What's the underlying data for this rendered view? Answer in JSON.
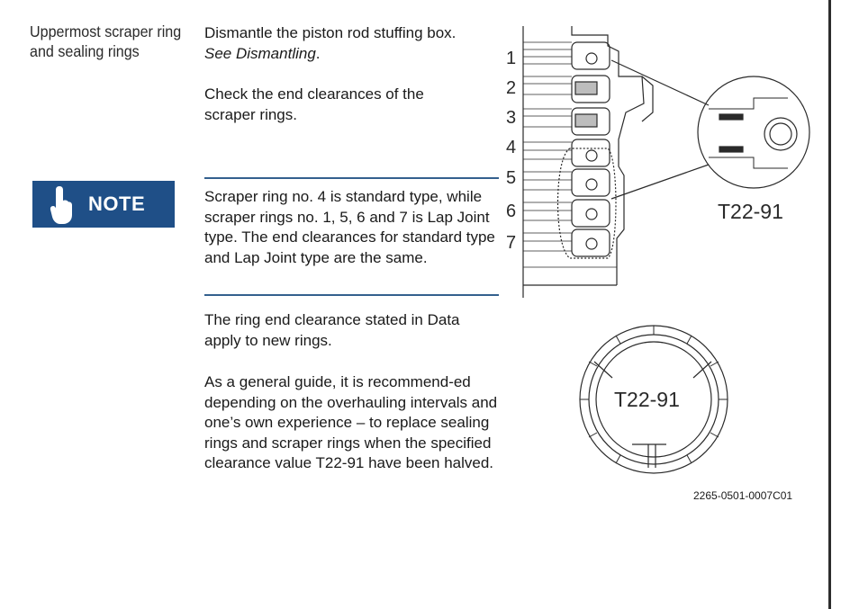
{
  "section": {
    "heading": "Uppermost scraper ring and sealing rings"
  },
  "steps": {
    "dismantle_line1": "Dismantle the piston rod stuffing box.",
    "dismantle_ref": "See Dismantling",
    "dismantle_ref_end": ".",
    "check": "Check the end clearances of the scraper rings."
  },
  "note": {
    "label": "NOTE",
    "text": "Scraper ring no. 4 is standard type, while scraper rings no. 1, 5, 6 and 7 is Lap Joint type. The end clearances for standard type and Lap Joint type are the same."
  },
  "body": {
    "clearance": "The ring end clearance stated in Data apply to new rings.",
    "guide": "As a general guide, it is recommend-ed depending on the overhauling intervals and one’s own experience – to replace sealing rings and scraper rings when the specified clearance value T22-91 have been halved."
  },
  "figure": {
    "ring_numbers": [
      "1",
      "2",
      "3",
      "4",
      "5",
      "6",
      "7"
    ],
    "detail_label": "T22-91",
    "ring_label": "T22-91",
    "ref_code": "2265-0501-0007C01"
  },
  "colors": {
    "accent": "#1f4f87",
    "rule": "#34608e"
  },
  "icons": {
    "note": "pointing-hand-icon"
  }
}
